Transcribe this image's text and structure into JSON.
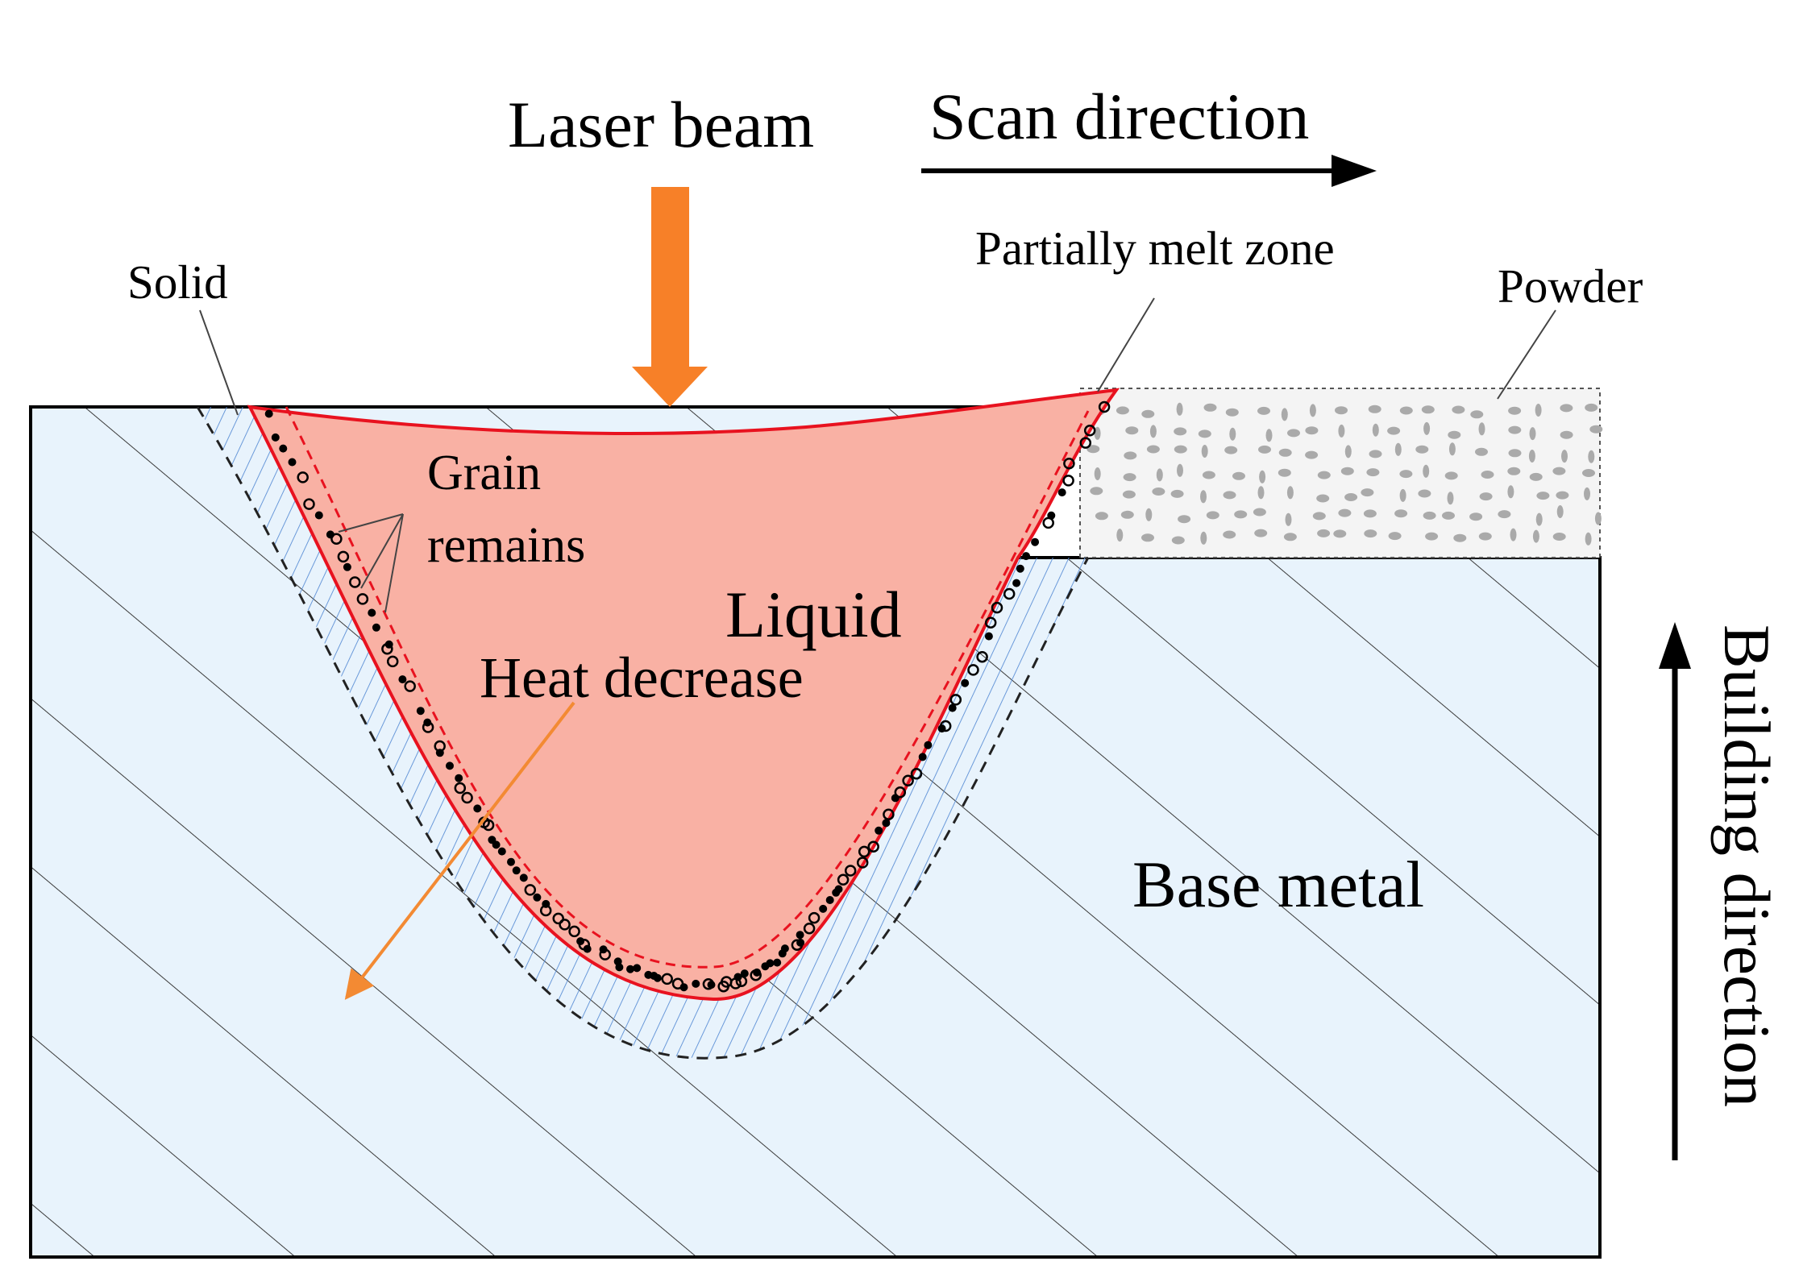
{
  "labels": {
    "laser_beam": "Laser beam",
    "scan_direction": "Scan direction",
    "solid": "Solid",
    "partially_melt_zone": "Partially melt zone",
    "powder": "Powder",
    "grain_line1": "Grain",
    "grain_line2": "remains",
    "liquid": "Liquid",
    "heat_decrease": "Heat decrease",
    "base_metal": "Base metal",
    "building_direction": "Building direction"
  },
  "colors": {
    "base_metal_fill": "#e8f3fc",
    "liquid_fill": "#f9b1a4",
    "melt_boundary": "#e8121f",
    "laser_arrow": "#f78028",
    "heat_arrow": "#f38a33",
    "solid_zone_hatch": "#5b8fd6",
    "powder_fill": "#f4f4f4",
    "powder_particle": "#aaaaaa"
  }
}
